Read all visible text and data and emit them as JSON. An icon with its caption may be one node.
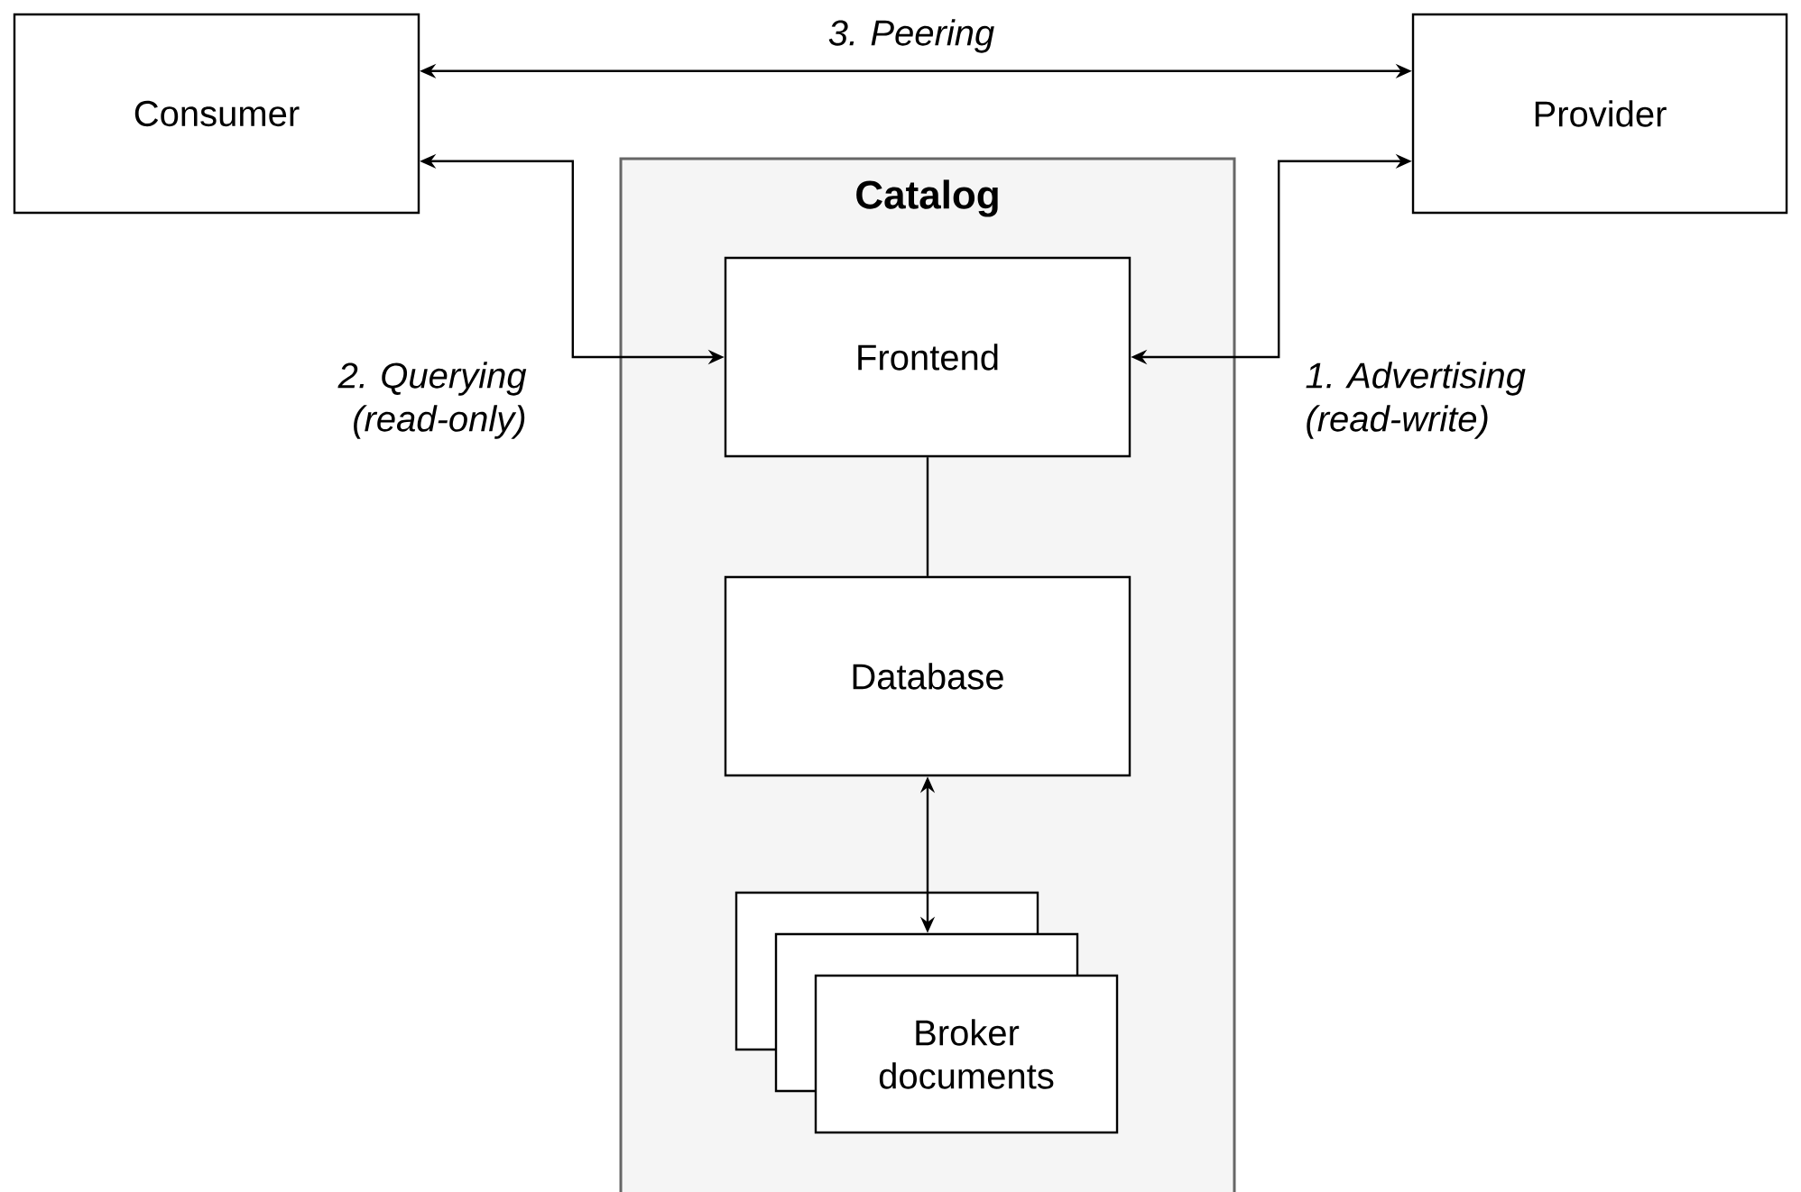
{
  "diagram": {
    "nodes": [
      {
        "text": [
          "Consumer"
        ]
      },
      {
        "text": [
          "Provider"
        ]
      },
      {
        "text": [
          "Catalog"
        ]
      },
      {
        "text": [
          "Frontend"
        ],
        "in": 2
      },
      {
        "text": [
          "Database"
        ],
        "in": 2
      },
      {
        "text": [
          "Broker documents"
        ],
        "in": 2
      }
    ],
    "edges": [
      {
        "from": 0,
        "to": 1,
        "arrow": "both",
        "label": "3. Peering"
      },
      {
        "from": 0,
        "to": 3,
        "arrow": "both",
        "label": "2. Querying (read-only)"
      },
      {
        "from": 1,
        "to": 3,
        "arrow": "both",
        "label": "1. Advertising (read-write)"
      },
      {
        "from": 3,
        "to": 4,
        "arrow": "none"
      },
      {
        "from": 4,
        "to": 5,
        "arrow": "both"
      }
    ]
  }
}
